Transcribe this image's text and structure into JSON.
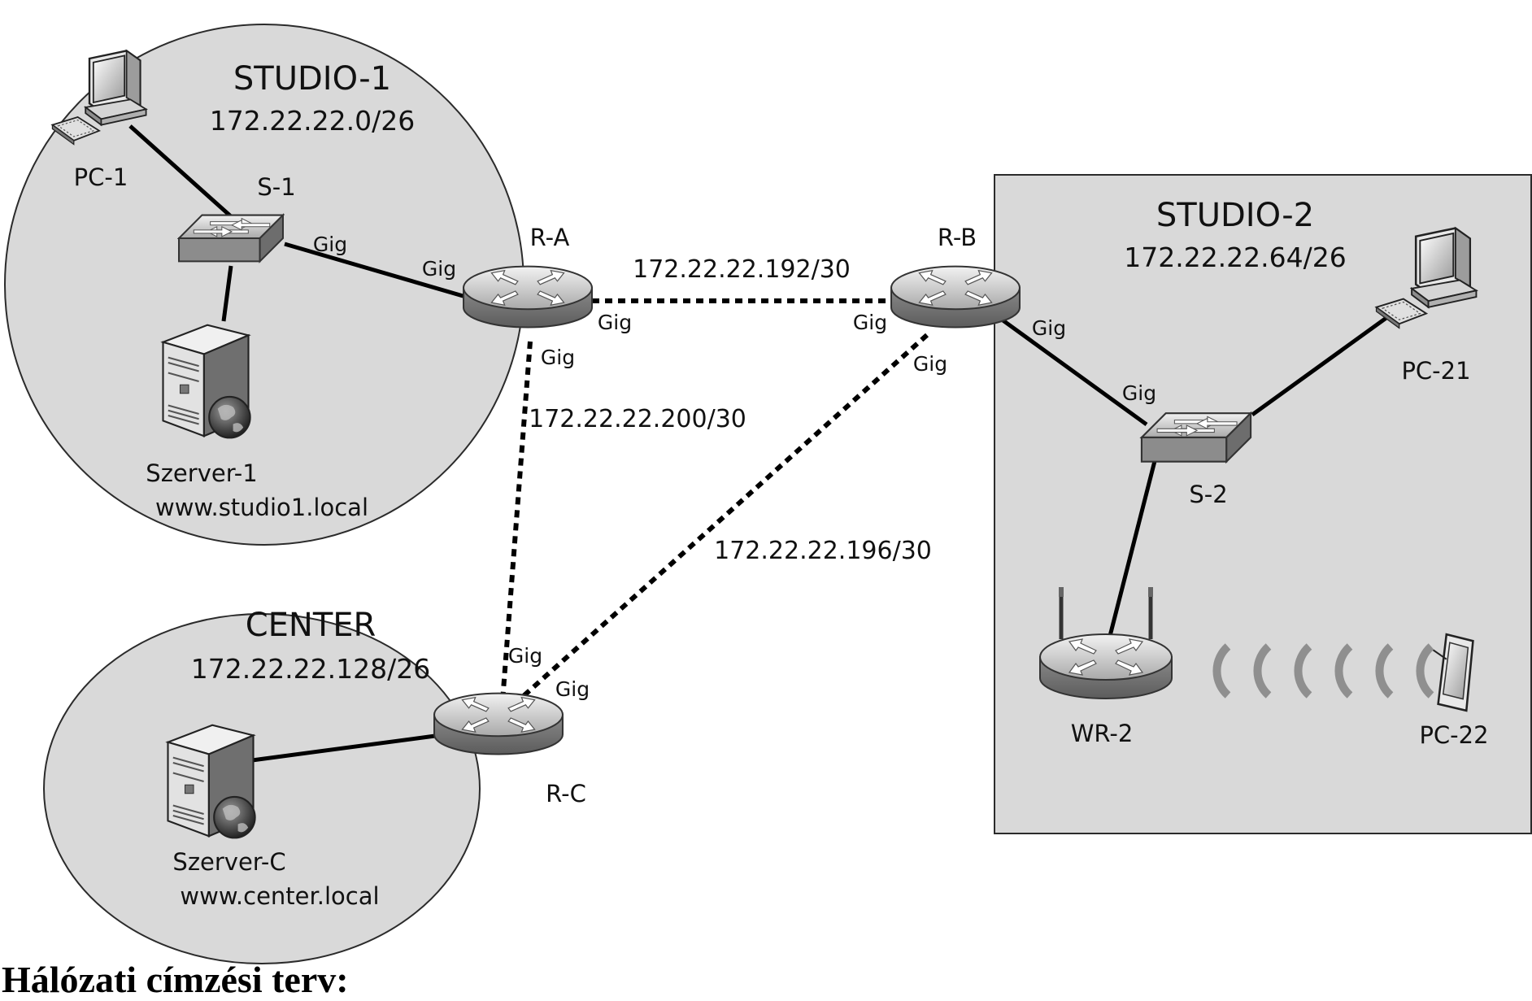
{
  "zones": {
    "studio1": {
      "title": "STUDIO-1",
      "network": "172.22.22.0/26"
    },
    "studio2": {
      "title": "STUDIO-2",
      "network": "172.22.22.64/26"
    },
    "center": {
      "title": "CENTER",
      "network": "172.22.22.128/26"
    }
  },
  "devices": {
    "pc1": "PC-1",
    "s1": "S-1",
    "server1": "Szerver-1",
    "server1_url": "www.studio1.local",
    "ra": "R-A",
    "rb": "R-B",
    "rc": "R-C",
    "serverc": "Szerver-C",
    "serverc_url": "www.center.local",
    "s2": "S-2",
    "pc21": "PC-21",
    "wr2": "WR-2",
    "pc22": "PC-22"
  },
  "links": {
    "ra_rb": "172.22.22.192/30",
    "ra_rc": "172.22.22.200/30",
    "rb_rc": "172.22.22.196/30"
  },
  "port_label": "Gig",
  "heading": "Hálózati címzési terv:",
  "icons": {
    "pc": "desktop-computer-icon",
    "switch": "switch-icon",
    "router": "router-icon",
    "server": "web-server-icon",
    "wireless_router": "wireless-router-icon",
    "tablet": "tablet-icon"
  },
  "colors": {
    "zone_fill": "#d9d9d9",
    "zone_stroke": "#2b2b2b",
    "link": "#000000"
  }
}
